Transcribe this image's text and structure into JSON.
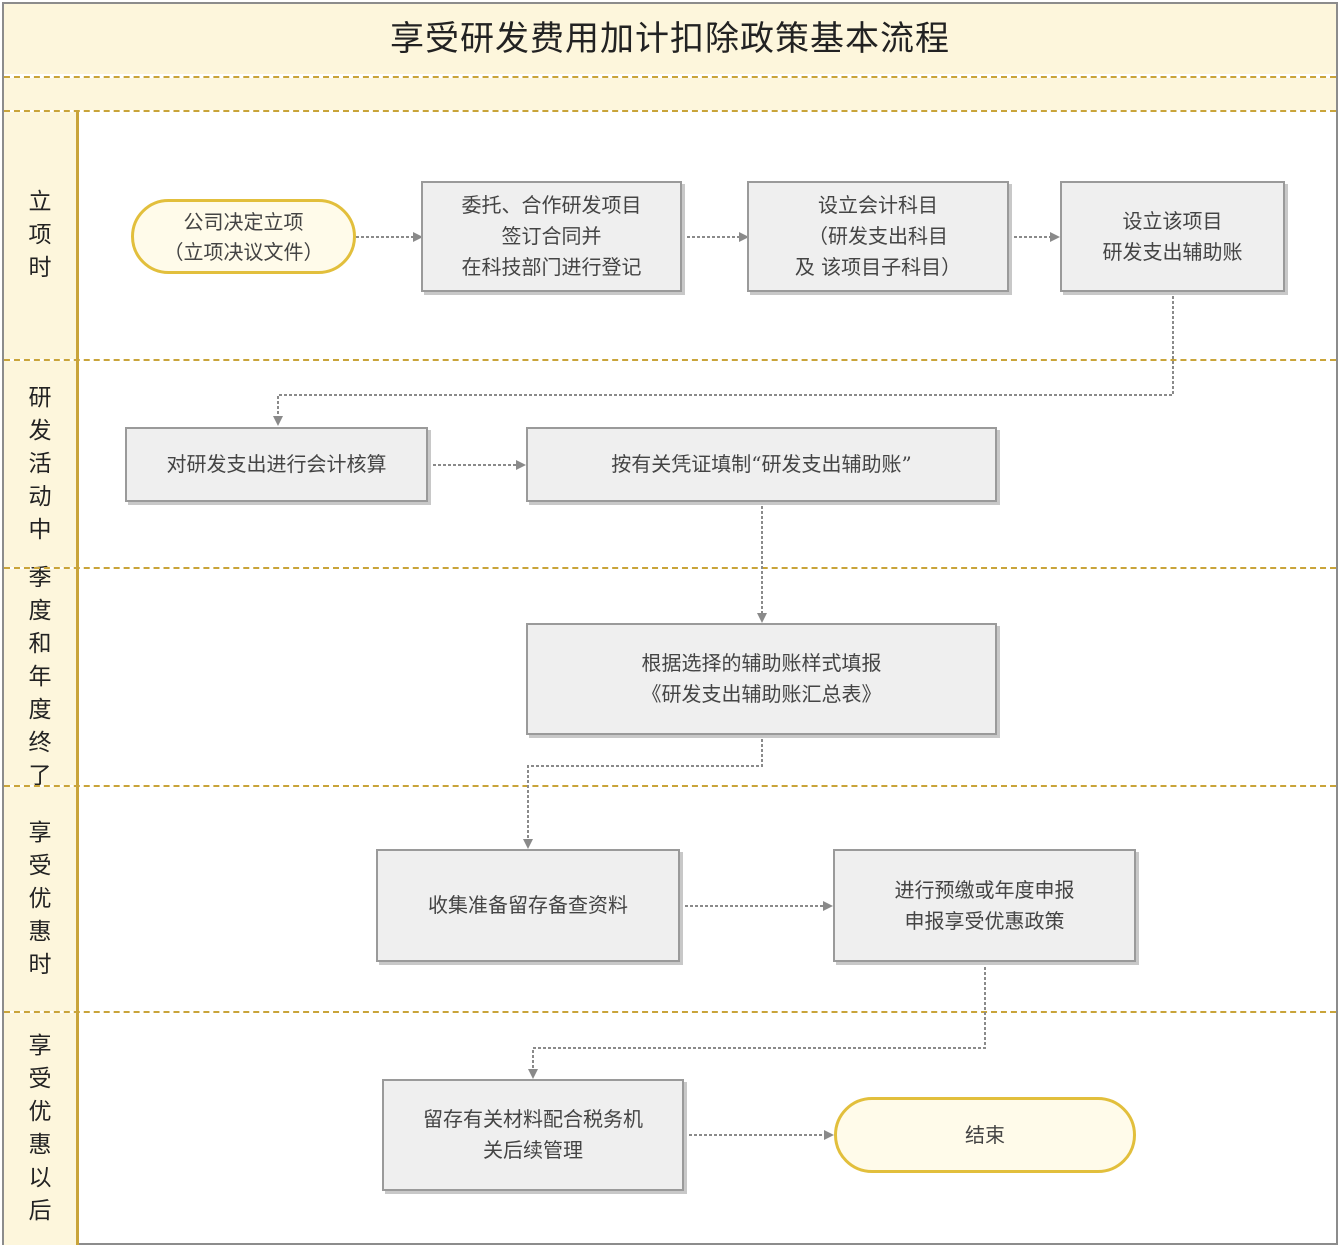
{
  "title": "享受研发费用加计扣除政策基本流程",
  "lanes": [
    {
      "label": "立项时"
    },
    {
      "label": "研发活动中"
    },
    {
      "label": "季度和年度终了"
    },
    {
      "label": "享受优惠时"
    },
    {
      "label": "享受优惠以后"
    }
  ],
  "nodes": {
    "start": {
      "lines": [
        "公司决定立项",
        "（立项决议文件）"
      ]
    },
    "contract": {
      "lines": [
        "委托、合作研发项目",
        "签订合同并",
        "在科技部门进行登记"
      ]
    },
    "accounts": {
      "lines": [
        "设立会计科目",
        "（研发支出科目",
        "及  该项目子科目）"
      ]
    },
    "ledger": {
      "lines": [
        "设立该项目",
        "研发支出辅助账"
      ]
    },
    "accounting": {
      "lines": [
        "对研发支出进行会计核算"
      ]
    },
    "fill_ledger": {
      "lines": [
        "按有关凭证填制“研发支出辅助账”"
      ]
    },
    "summary": {
      "lines": [
        "根据选择的辅助账样式填报",
        "《研发支出辅助账汇总表》"
      ]
    },
    "collect": {
      "lines": [
        "收集准备留存备查资料"
      ]
    },
    "declare": {
      "lines": [
        "进行预缴或年度申报",
        "申报享受优惠政策"
      ]
    },
    "retain": {
      "lines": [
        "留存有关材料配合税务机",
        "关后续管理"
      ]
    },
    "end": {
      "lines": [
        "结束"
      ]
    }
  },
  "colors": {
    "lane_fill": "#fdf6dc",
    "lane_line": "#c9a43a",
    "box_fill": "#efefef",
    "box_border": "#9a9a9a",
    "terminal_border": "#e2bf3c",
    "connector": "#8a8a8a"
  }
}
